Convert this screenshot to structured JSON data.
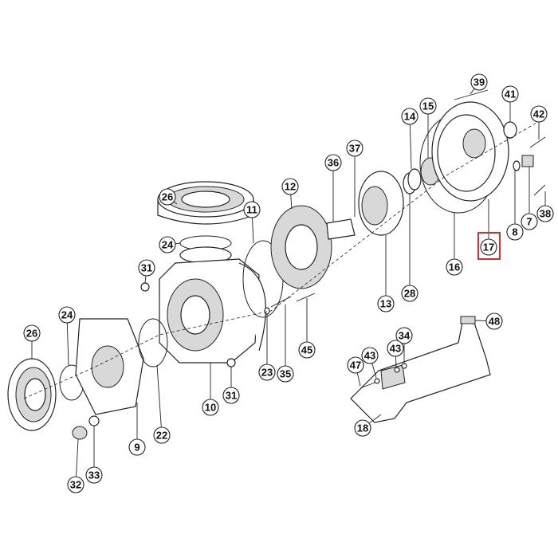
{
  "diagram": {
    "type": "exploded parts diagram",
    "highlight_color": "#d32f2f",
    "highlighted_part": "17",
    "callouts": [
      "39",
      "41",
      "42",
      "15",
      "14",
      "37",
      "36",
      "26",
      "11",
      "12",
      "24",
      "31",
      "13",
      "28",
      "16",
      "8",
      "7",
      "38",
      "17",
      "24",
      "26",
      "48",
      "34",
      "43",
      "43",
      "47",
      "10",
      "23",
      "35",
      "45",
      "31",
      "22",
      "9",
      "18",
      "32",
      "33"
    ]
  }
}
